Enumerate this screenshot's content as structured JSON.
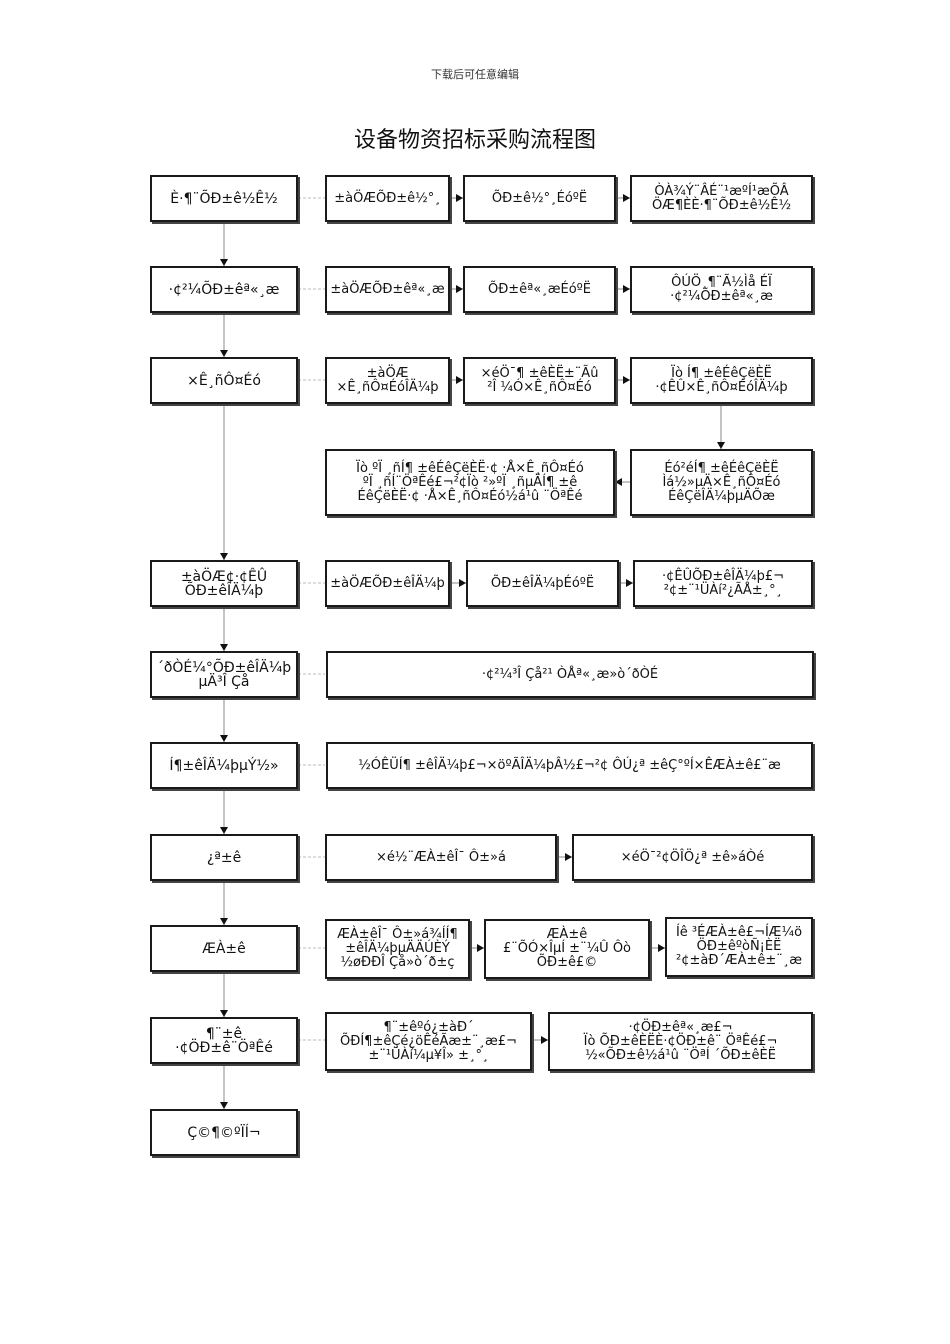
{
  "header_note": "下载后可任意编辑",
  "title": "设备物资招标采购流程图",
  "left_column": [
    "È·¶¨ÕÐ±ê½Ê½",
    "·¢²¼ÕÐ±êª«¸æ",
    "×Ê¸ñÔ¤Éó",
    "±àÖÆ¢·¢ÊÛ\nÕÐ±êÎÄ¼þ",
    "´ðÒÉ¼°ÕÐ±êÎÄ¼þ\nµÄ³Î Çå",
    "Í¶±êÎÄ¼þµÝ½»",
    "¿ª±ê",
    "ÆÀ±ê",
    "¶¨±ê\n·¢ÖÐ±ê¨ÖªÊé",
    "Ç©¶©ºÏÍ¬"
  ],
  "rows": [
    [
      "±àÖÆÕÐ±ê½°¸",
      "ÕÐ±ê½°¸ÉóºË",
      "ÒÀ¾Ý¨ÂÉ¨¹æºÍ¹æÕÂ\nÖÆ¶ÈÈ·¶¨ÕÐ±ê½Ê½"
    ],
    [
      "±àÖÆÕÐ±êª«¸æ",
      "ÕÐ±êª«¸æÉóºË",
      "ÔÚÖ¸¶¨Ã½Ìå ÉÏ\n·¢²¼ÕÐ±êª«¸æ"
    ],
    [
      "±àÖÆ\n×Ê¸ñÔ¤ÉóÎÄ¼þ",
      "×éÖ¯¶ ±êÈË±¨Ãû\n²Î ¼Ó×Ê¸ñÔ¤Éó",
      "Ïò Í¶ ±êÉêÇëÈË\n·¢ÊÛ×Ê¸ñÔ¤ÉóÎÄ¼þ"
    ],
    [
      "Ïò ºÏ ¸ñÍ¶ ±êÉêÇëÈË·¢ ·Å×Ê¸ñÔ¤Éó\nºÏ ¸ñÍ¨ÖªÊé£¬²¢Ïò ²»ºÏ ¸ñµÄÍ¶ ±ê\nÉêÇëÈË·¢ ·Å×Ê¸ñÔ¤Éó½á¹û ¨ÖªÊé",
      "Éó²éÍ¶ ±êÉêÇëÈË\nÌá½»µÄ×Ê¸ñÔ¤Éó\nÉêÇëÎÄ¼þµÄÕæ"
    ],
    [
      "±àÖÆÕÐ±êÎÄ¼þ",
      "ÕÐ±êÎÄ¼þÉóºË",
      "·¢ÊÛÕÐ±êÎÄ¼þ£¬\n²¢±¨¹ÜÀí²¿ÃÅ±¸°¸"
    ],
    [
      "·¢²¼³Î Çå²¹ ÒÅª«¸æ»ò´ðÒÉ"
    ],
    [
      "½ÓÊÜÍ¶ ±êÎÄ¼þ£¬×öºÃÎÄ¼þÂ½£¬²¢ ÔÚ¿ª ±êÇ°ºÍ×ÊÆÀ±ê£¨æ"
    ],
    [
      "×é½¨ÆÀ±êÎ¯ Ô±»á",
      "×éÖ¯²¢ÖÎÖ¿ª ±ê»áÒé"
    ],
    [
      "ÆÀ±êÎ¯ Ô±»á¾ÍÍ¶\n±êÎÄ¼þµÄÄÚÈÝ\n½øÐÐÎ Çå»ò´ð±ç",
      "ÆÀ±ê\n£¨ÕÓ×ÎµÍ ±¨¼Û Ôò\nÕÐ±ê£©",
      "Íê ³ÉÆÀ±ê£¬ÍÆ¼ö\nÖÐ±êºòÑ¡ÈË\n²¢±àÐ´ÆÀ±ê±¨¸æ"
    ],
    [
      "¶¨±êºó¿±àÐ´\nÕÐÍ¶±êÇé¿öÊéÃæ±¨¸æ£¬\n±¨¹ÜÀí¼µ¥Î» ±¸°¸",
      "·¢ÖÐ±êª«¸æ£¬\nÏò ÕÐ±êÈËÈ·¢ÖÐ±ê¨ ÖªÊé£¬\n½«ÕÐ±ê½á¹û ¨ÖªÍ ´ÕÐ±êÈË"
    ]
  ]
}
